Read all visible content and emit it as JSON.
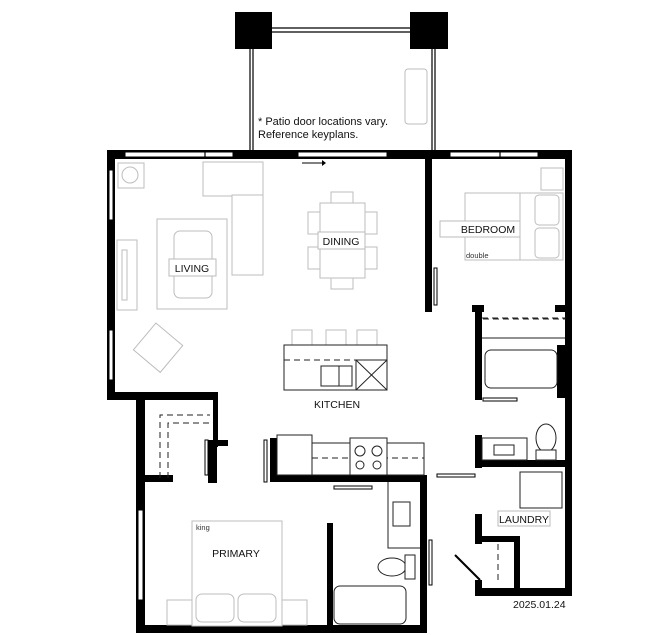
{
  "note": {
    "line1": "* Patio door locations vary.",
    "line2": "Reference keyplans."
  },
  "rooms": {
    "living": "LIVING",
    "dining": "DINING",
    "bedroom": "BEDROOM",
    "bedroom_bed": "double",
    "kitchen": "KITCHEN",
    "primary": "PRIMARY",
    "primary_bed": "king",
    "laundry": "LAUNDRY"
  },
  "date": "2025.01.24",
  "colors": {
    "wall": "#000000",
    "furniture": "#bdbdbd"
  }
}
